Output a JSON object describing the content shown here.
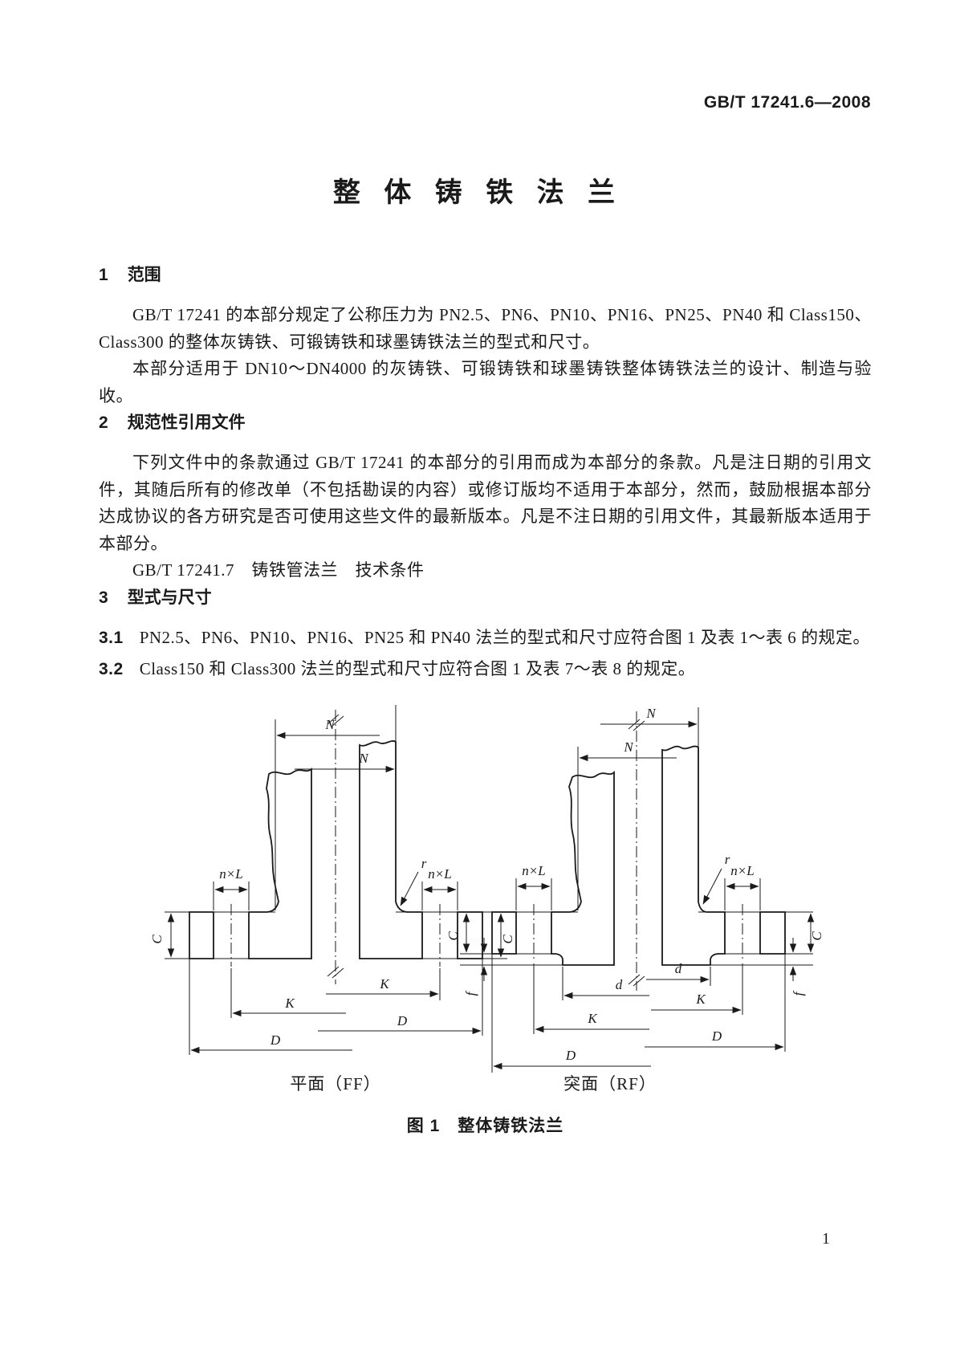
{
  "header": {
    "standard_code": "GB/T 17241.6—2008"
  },
  "title": "整 体 铸 铁 法 兰",
  "section1": {
    "number": "1",
    "heading": "范围",
    "para1": "GB/T 17241 的本部分规定了公称压力为 PN2.5、PN6、PN10、PN16、PN25、PN40 和 Class150、Class300 的整体灰铸铁、可锻铸铁和球墨铸铁法兰的型式和尺寸。",
    "para2": "本部分适用于 DN10～DN4000 的灰铸铁、可锻铸铁和球墨铸铁整体铸铁法兰的设计、制造与验收。"
  },
  "section2": {
    "number": "2",
    "heading": "规范性引用文件",
    "para1": "下列文件中的条款通过 GB/T 17241 的本部分的引用而成为本部分的条款。凡是注日期的引用文件，其随后所有的修改单（不包括勘误的内容）或修订版均不适用于本部分，然而，鼓励根据本部分达成协议的各方研究是否可使用这些文件的最新版本。凡是不注日期的引用文件，其最新版本适用于本部分。",
    "reference": "GB/T 17241.7　铸铁管法兰　技术条件"
  },
  "section3": {
    "number": "3",
    "heading": "型式与尺寸",
    "item1_number": "3.1",
    "item1_text": "PN2.5、PN6、PN10、PN16、PN25 和 PN40 法兰的型式和尺寸应符合图 1 及表 1～表 6 的规定。",
    "item2_number": "3.2",
    "item2_text": "Class150 和 Class300 法兰的型式和尺寸应符合图 1 及表 7～表 8 的规定。"
  },
  "figure": {
    "left_caption": "平面（FF）",
    "right_caption": "突面（RF）",
    "caption": "图 1　整体铸铁法兰",
    "dims": {
      "N": "N",
      "nxL": "n×L",
      "r": "r",
      "C": "C",
      "K": "K",
      "D": "D",
      "d": "d",
      "f": "f"
    }
  },
  "footer": {
    "page_number": "1"
  }
}
